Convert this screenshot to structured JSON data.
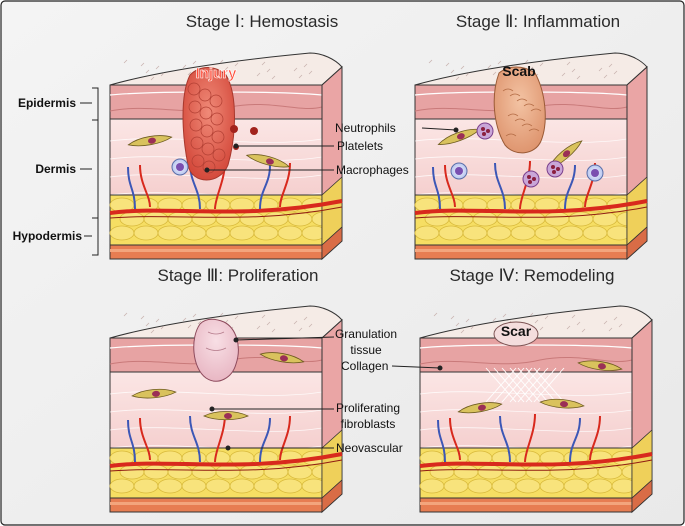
{
  "stages": [
    {
      "title": "Stage Ⅰ: Hemostasis",
      "wound_label": "Injury"
    },
    {
      "title": "Stage Ⅱ: Inflammation",
      "wound_label": "Scab"
    },
    {
      "title": "Stage Ⅲ: Proliferation"
    },
    {
      "title": "Stage Ⅳ: Remodeling",
      "wound_label": "Scar"
    }
  ],
  "layers": {
    "epidermis": "Epidermis",
    "dermis": "Dermis",
    "hypodermis": "Hypodermis"
  },
  "callouts": {
    "neutrophils": "Neutrophils",
    "platelets": "Platelets",
    "macrophages": "Macrophages",
    "granulation_line1": "Granulation",
    "granulation_line2": "tissue",
    "collagen": "Collagen",
    "fibroblasts_line1": "Proliferating",
    "fibroblasts_line2": "fibroblasts",
    "neovascular": "Neovascular"
  },
  "colors": {
    "skin_top": "#f5ebe6",
    "epidermis": "#e7a3a3",
    "dermis": "#f8d9d8",
    "fat": "#f6de63",
    "fat_base": "#e77d52",
    "artery": "#d8291d",
    "vein": "#3c57b6",
    "injury": "#e2594a",
    "scab": "#e6a27e",
    "granulation": "#efc4cf",
    "scar": "#f4dddd",
    "fibroblast": "#d9c25d"
  }
}
